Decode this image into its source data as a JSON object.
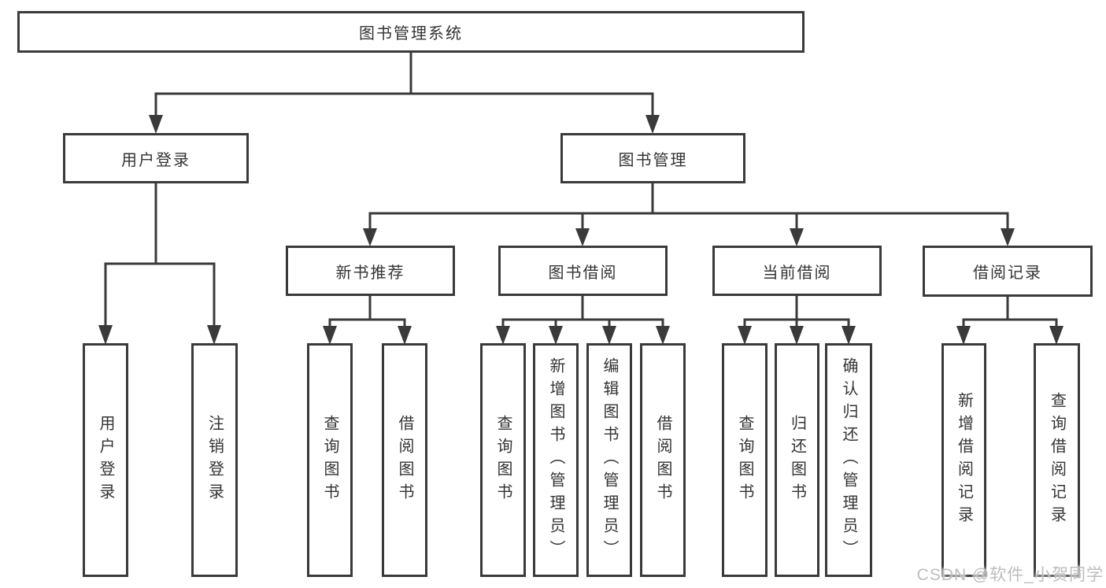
{
  "diagram": {
    "title": "图书管理系统",
    "tree": {
      "label": "图书管理系统",
      "children": [
        {
          "label": "用户登录",
          "children": [
            {
              "label": "用户登录"
            },
            {
              "label": "注销登录"
            }
          ]
        },
        {
          "label": "图书管理",
          "children": [
            {
              "label": "新书推荐",
              "children": [
                {
                  "label": "查询图书"
                },
                {
                  "label": "借阅图书"
                }
              ]
            },
            {
              "label": "图书借阅",
              "children": [
                {
                  "label": "查询图书"
                },
                {
                  "label": "新增图书（管理员）"
                },
                {
                  "label": "编辑图书（管理员）"
                },
                {
                  "label": "借阅图书"
                }
              ]
            },
            {
              "label": "当前借阅",
              "children": [
                {
                  "label": "查询图书"
                },
                {
                  "label": "归还图书"
                },
                {
                  "label": "确认归还（管理员）"
                }
              ]
            },
            {
              "label": "借阅记录",
              "children": [
                {
                  "label": "新增借阅记录"
                },
                {
                  "label": "查询借阅记录"
                }
              ]
            }
          ]
        }
      ]
    }
  },
  "watermark": {
    "text": "CSDN @软件_小贺同学",
    "color": "#bdbdbd"
  },
  "colors": {
    "line": "#3a3a3a",
    "box_border": "#3a3a3a",
    "box_bg": "#ffffff",
    "text": "#333333",
    "background": "#ffffff"
  }
}
